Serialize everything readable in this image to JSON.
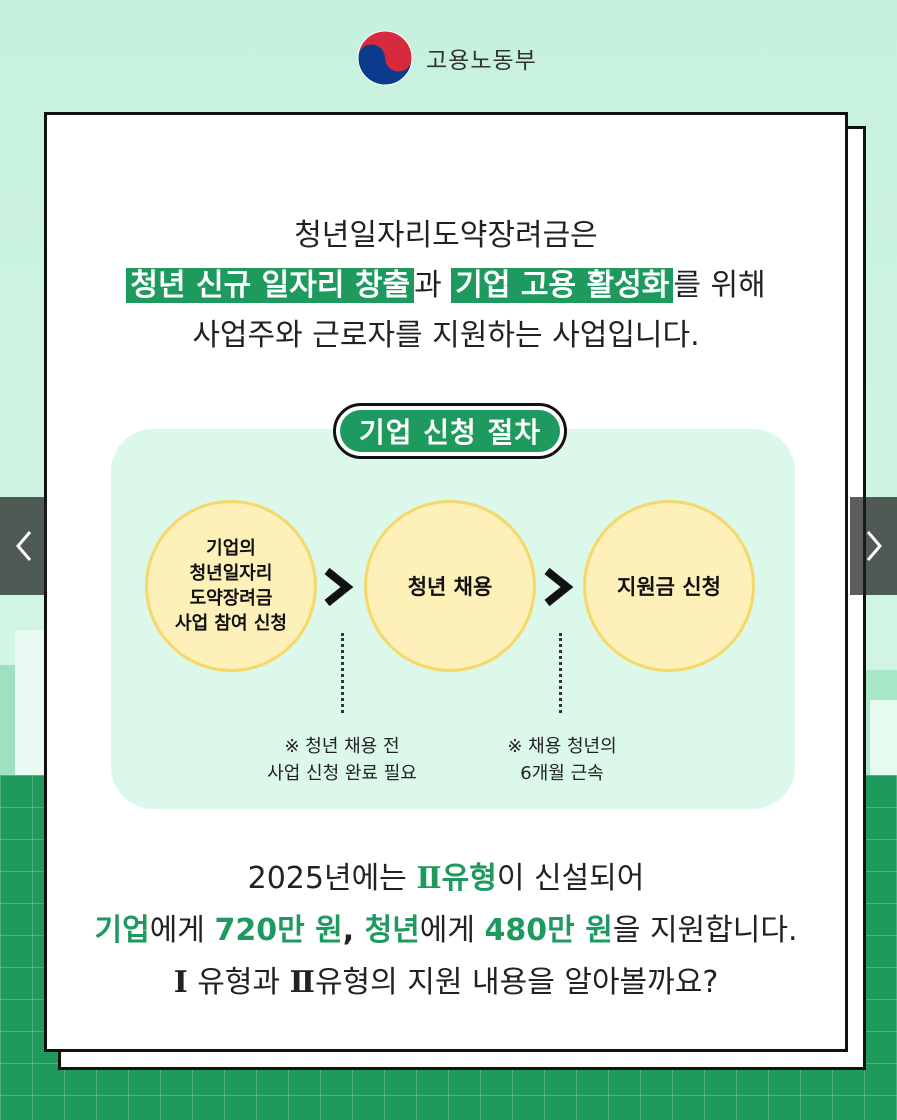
{
  "header": {
    "ministry_name": "고용노동부",
    "emblem_icon": "taegeuk-emblem-icon"
  },
  "intro": {
    "line1": "청년일자리도약장려금은",
    "line2_highlight1": "청년 신규 일자리 창출",
    "line2_mid": "과 ",
    "line2_highlight2": "기업 고용 활성화",
    "line2_end": "를 위해",
    "line3": "사업주와 근로자를 지원하는 사업입니다."
  },
  "procedure": {
    "title": "기업 신청 절차",
    "steps": [
      {
        "label": "기업의\n청년일자리\n도약장려금\n사업 참여 신청"
      },
      {
        "label": "청년 채용"
      },
      {
        "label": "지원금 신청"
      }
    ],
    "notes": [
      "※ 청년 채용 전\n사업 신청 완료 필요",
      "※ 채용 청년의\n6개월 근속"
    ]
  },
  "bottom": {
    "l1_a": "2025년에는 ",
    "l1_roman": "Ⅱ",
    "l1_type": "유형",
    "l1_b": "이 신설되어",
    "l2_company": "기업",
    "l2_a": "에게 ",
    "l2_amount1": "720만 원",
    "l2_b": ", ",
    "l2_youth": "청년",
    "l2_c": "에게 ",
    "l2_amount2": "480만 원",
    "l2_d": "을 지원합니다.",
    "l3_roman1": "Ⅰ",
    "l3_a": " 유형과 ",
    "l3_roman2": "Ⅱ",
    "l3_b": "유형의 지원 내용을 알아볼까요?"
  },
  "colors": {
    "accent": "#1e9a5f",
    "circle_fill": "#fdf0b8",
    "panel": "#dcf8ea",
    "background": "#c9f3df"
  },
  "nav": {
    "prev_icon": "chevron-left-icon",
    "next_icon": "chevron-right-icon"
  }
}
